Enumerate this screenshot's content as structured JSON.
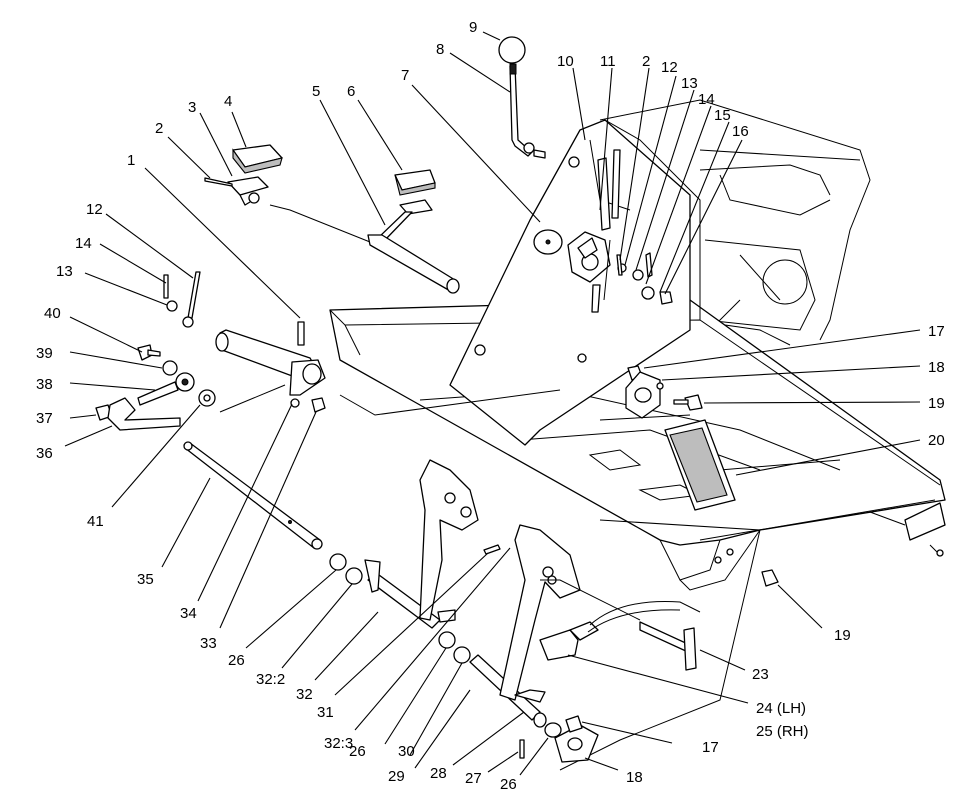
{
  "diagram": {
    "callouts": [
      {
        "id": "c1",
        "text": "1"
      },
      {
        "id": "c2a",
        "text": "2"
      },
      {
        "id": "c3",
        "text": "3"
      },
      {
        "id": "c4",
        "text": "4"
      },
      {
        "id": "c5",
        "text": "5"
      },
      {
        "id": "c6",
        "text": "6"
      },
      {
        "id": "c7",
        "text": "7"
      },
      {
        "id": "c8",
        "text": "8"
      },
      {
        "id": "c9",
        "text": "9"
      },
      {
        "id": "c10",
        "text": "10"
      },
      {
        "id": "c11",
        "text": "11"
      },
      {
        "id": "c2b",
        "text": "2"
      },
      {
        "id": "c12a",
        "text": "12"
      },
      {
        "id": "c13a",
        "text": "13"
      },
      {
        "id": "c14a",
        "text": "14"
      },
      {
        "id": "c15",
        "text": "15"
      },
      {
        "id": "c16",
        "text": "16"
      },
      {
        "id": "c12b",
        "text": "12"
      },
      {
        "id": "c14b",
        "text": "14"
      },
      {
        "id": "c13b",
        "text": "13"
      },
      {
        "id": "c40",
        "text": "40"
      },
      {
        "id": "c39",
        "text": "39"
      },
      {
        "id": "c38",
        "text": "38"
      },
      {
        "id": "c37",
        "text": "37"
      },
      {
        "id": "c36",
        "text": "36"
      },
      {
        "id": "c41",
        "text": "41"
      },
      {
        "id": "c35",
        "text": "35"
      },
      {
        "id": "c34",
        "text": "34"
      },
      {
        "id": "c33",
        "text": "33"
      },
      {
        "id": "c26a",
        "text": "26"
      },
      {
        "id": "c32_2",
        "text": "32:2"
      },
      {
        "id": "c32",
        "text": "32"
      },
      {
        "id": "c31",
        "text": "31"
      },
      {
        "id": "c32_3",
        "text": "32:3"
      },
      {
        "id": "c26b",
        "text": "26"
      },
      {
        "id": "c30",
        "text": "30"
      },
      {
        "id": "c29",
        "text": "29"
      },
      {
        "id": "c28",
        "text": "28"
      },
      {
        "id": "c27",
        "text": "27"
      },
      {
        "id": "c26c",
        "text": "26"
      },
      {
        "id": "c18b",
        "text": "18"
      },
      {
        "id": "c17b",
        "text": "17"
      },
      {
        "id": "c24",
        "text": "24 (LH)"
      },
      {
        "id": "c25",
        "text": "25 (RH)"
      },
      {
        "id": "c23",
        "text": "23"
      },
      {
        "id": "c19b",
        "text": "19"
      },
      {
        "id": "c20",
        "text": "20"
      },
      {
        "id": "c19a",
        "text": "19"
      },
      {
        "id": "c18a",
        "text": "18"
      },
      {
        "id": "c17a",
        "text": "17"
      }
    ]
  },
  "icons": {
    "drawing": "exploded-parts-drawing"
  }
}
